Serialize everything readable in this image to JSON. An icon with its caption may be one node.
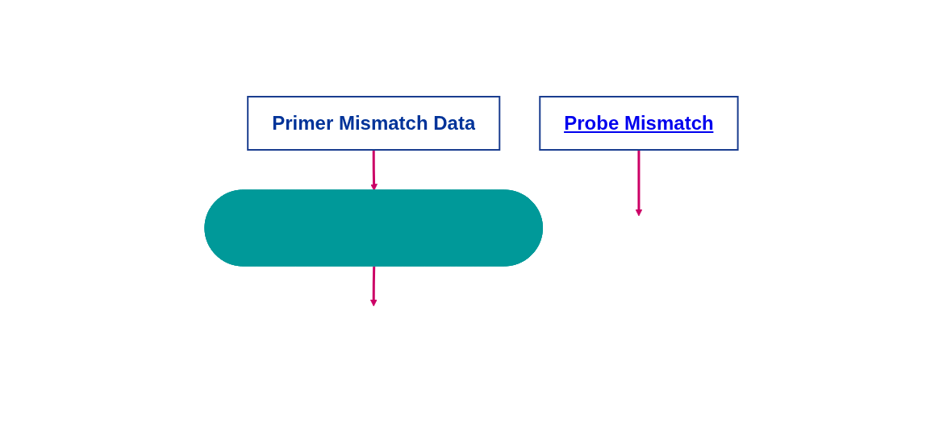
{
  "diagram": {
    "nodes": [
      {
        "text": [
          "Primer Mismatch Data"
        ]
      },
      {
        "text": [],
        "shape": "ellipse"
      },
      {
        "text": [
          "Probe Mismatch"
        ]
      }
    ],
    "edges": [
      {
        "from": 0,
        "to": 1,
        "arrow": "to"
      },
      {
        "from": 1,
        "to": null,
        "arrow": "to"
      },
      {
        "from": 2,
        "to": null,
        "arrow": "to"
      }
    ]
  }
}
